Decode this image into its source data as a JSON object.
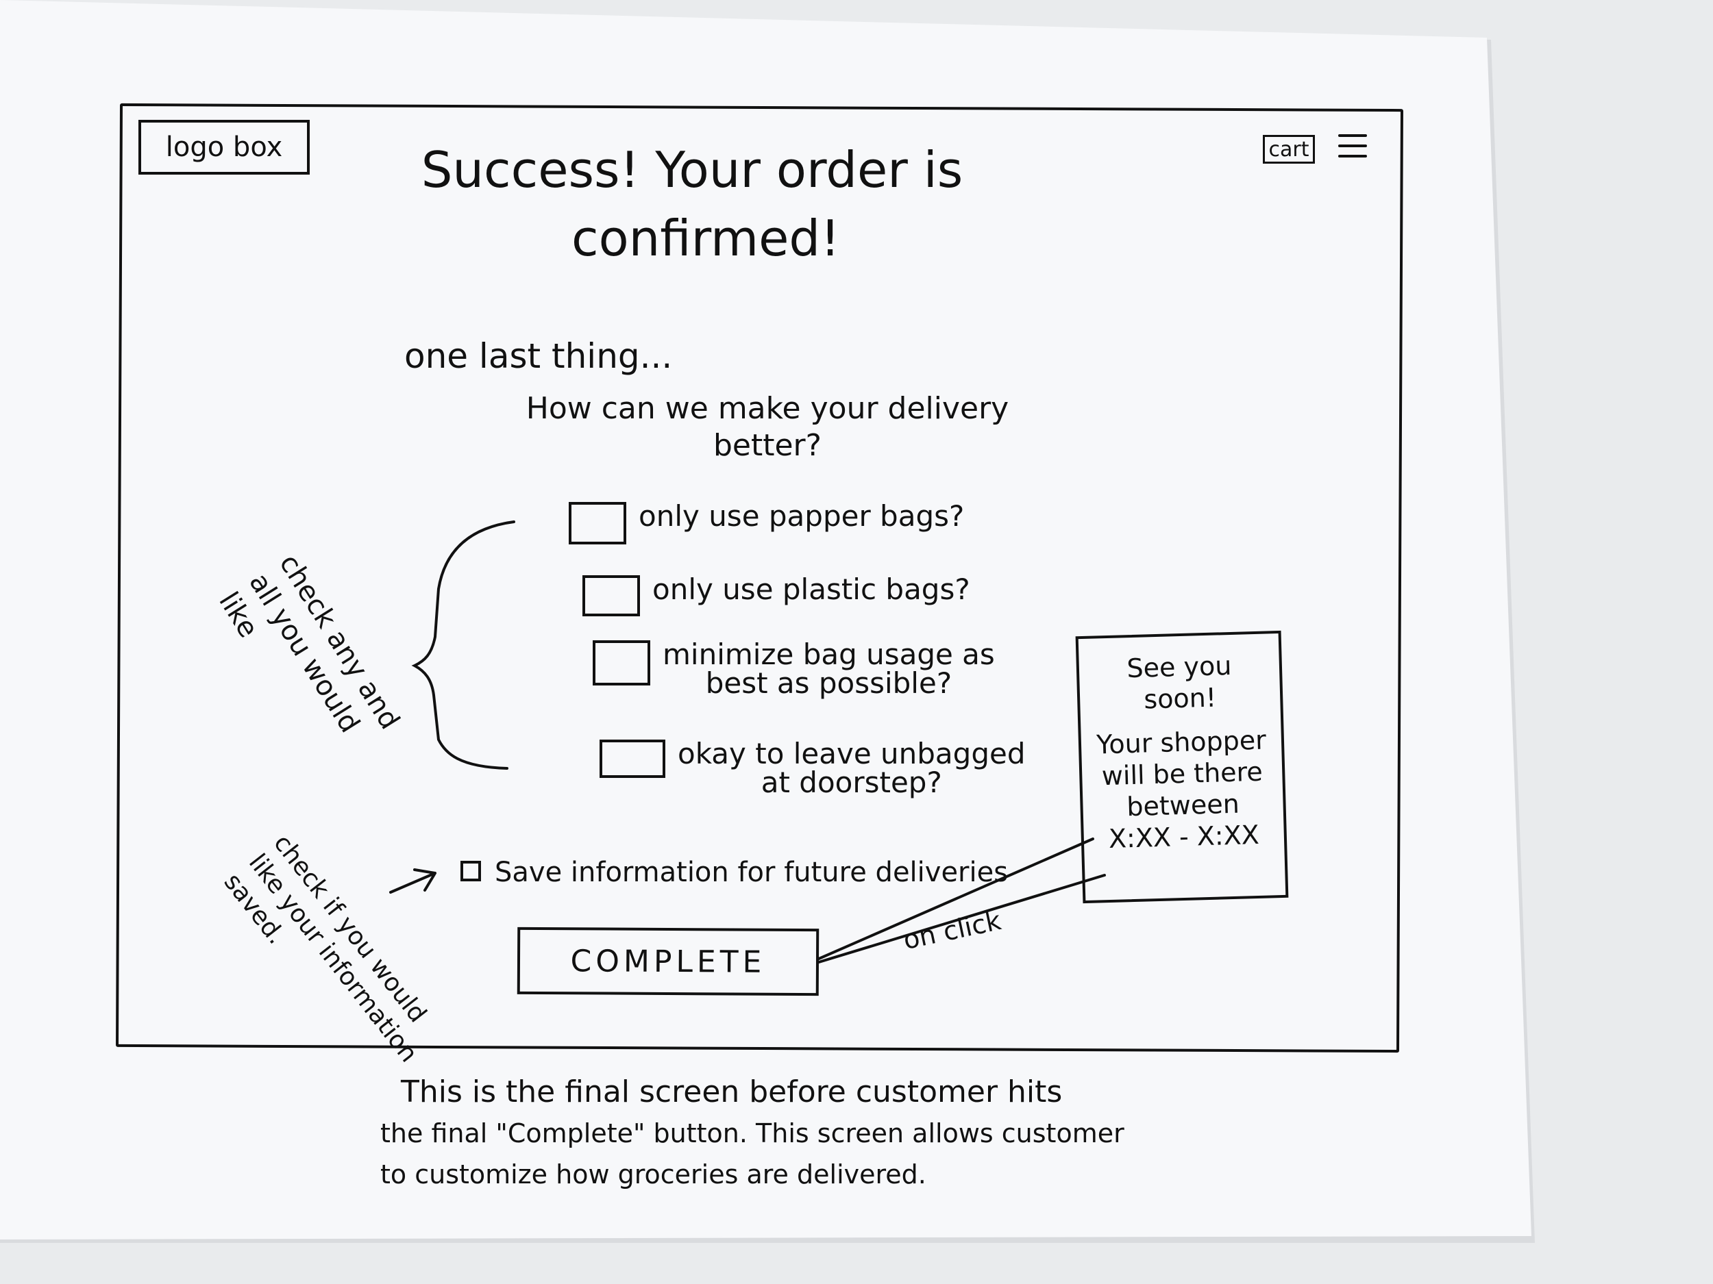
{
  "wireframe": {
    "logo_label": "logo box",
    "cart_label": "cart",
    "title_line1": "Success! Your order is",
    "title_line2": "confirmed!",
    "intro": "one last thing...",
    "question_line1": "How can we make your delivery",
    "question_line2": "better?",
    "options": [
      {
        "line1": "only use papper bags?",
        "line2": ""
      },
      {
        "line1": "only use plastic bags?",
        "line2": ""
      },
      {
        "line1": "minimize bag usage as",
        "line2": "best as possible?"
      },
      {
        "line1": "okay to leave unbagged",
        "line2": "at doorstep?"
      }
    ],
    "save_label": "Save information for future deliveries",
    "complete_label": "COMPLETE",
    "popup": {
      "title_line1": "See you",
      "title_line2": "soon!",
      "line1": "Your shopper",
      "line2": "will be there",
      "line3": "between",
      "line4": "X:XX - X:XX"
    }
  },
  "annotations": {
    "brace_note_line1": "check any and",
    "brace_note_line2": "all you would",
    "brace_note_line3": "like",
    "save_note_line1": "check if you would",
    "save_note_line2": "like your information",
    "save_note_line3": "saved.",
    "on_click": "on click"
  },
  "caption": {
    "line1": "This is the final screen before customer hits",
    "line2": "the final \"Complete\" button. This screen allows customer",
    "line3": "to customize how groceries are delivered."
  }
}
